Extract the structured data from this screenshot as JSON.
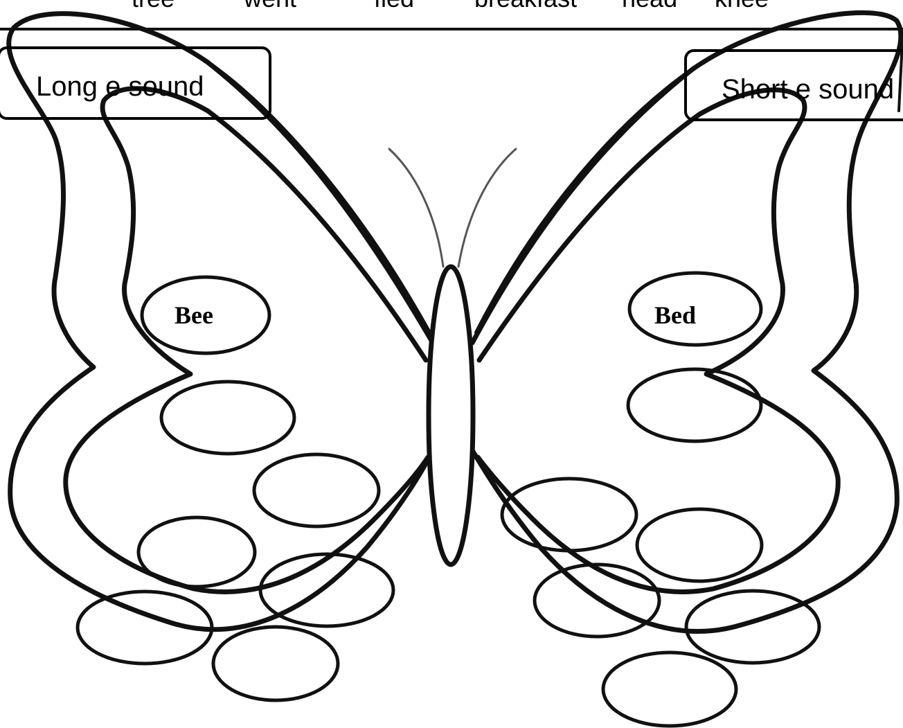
{
  "word_bank": [
    "tree",
    "went",
    "fled",
    "breakfast",
    "head",
    "knee"
  ],
  "categories": {
    "long": {
      "label": "Long e sound",
      "example": "Bee"
    },
    "short": {
      "label": "Short e sound",
      "example": "Bed"
    }
  },
  "colors": {
    "ink": "#000000",
    "wing_fill": "#ffffff"
  }
}
